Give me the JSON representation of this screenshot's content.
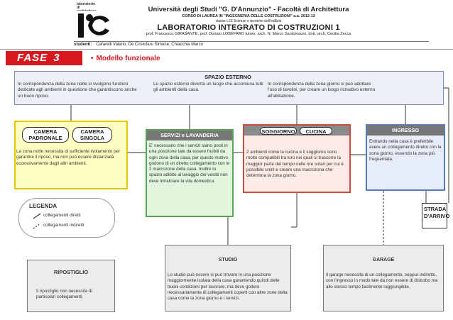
{
  "header": {
    "logo_label": "laboratorio di architettura",
    "university": "Università degli Studi \"G. D'Annunzio\" - Facoltà di Architettura",
    "course": "CORSO DI LAUREA IN \"INGEGNERIA DELLE COSTRUZIONI\" a.a. 2012-13",
    "class": "classe L23 Scienze e tecniche dell'edilizia",
    "lab_title": "LABORATORIO INTEGRATO DI COSTRUZIONI 1",
    "professors": "prof. Francesco GIRASANTE, prof. Donato LOBEFARO tutors: arch. N. Marco Santomauro, dott. arch. Cecilia Zecca",
    "students_label": "studenti:",
    "students": "Cafarelli Valerio, De Cristofaro Simone, Chiacchia Marco"
  },
  "fase": {
    "label": "FASE",
    "number": "3",
    "subtitle": "Modello funzionale"
  },
  "esterno": {
    "title": "SPAZIO ESTERNO",
    "left_text": "In corrispondenza della zona notte si svolgono funzioni dedicate agli ambienti in questione che garantiscono anche un buon riposo.",
    "center_text": "Lo spazio esterno diventa un luogo che accomuna tutti gli ambienti della casa.",
    "right_text": "In corrispondenza della zona giorno si può adottare l'uso di tavolini, per creare un luogo ricreativo esterno all'abitazione."
  },
  "camere": {
    "tag1": "CAMERA PADRONALE",
    "tag2": "CAMERA SINGOLA",
    "text": "La zona notte necessita di sufficiente isolamento per garantire il riposo, ma non può essere distanziata eccessivamente dagli altri ambienti."
  },
  "servizi": {
    "title": "SERVIZI e LAVANDERIA",
    "text": "E' necessario che i servizi siano posti in una posizione tale da essere fruibili da ogni zona della casa, per questo motivo godono di un diretto collegamento con le 2 macrozone della casa. Inoltre lo spazio adibito al lavaggio dei vestiti non deve intralciare la vita domestica."
  },
  "soggiorno": {
    "tag1": "SOGGIORNO",
    "tag2": "CUCINA",
    "text": "2 ambienti come la cucina e il soggiorno sono molto compatibili tra loro nei quali si trascorre la maggior parte del tempo nelle ore solari per cui è possibile unirli e creare una macrozona che determina la zona giorno."
  },
  "ingresso": {
    "title": "INGRESSO",
    "text": "Entrando nella casa è preferibile avere un collegamento diretto con la zona giorno, essendo la zona più frequentata."
  },
  "strada": {
    "label": "STRADA D'ARRIVO"
  },
  "legenda": {
    "title": "LEGENDA",
    "direct": "collegamenti diretti",
    "indirect": "collegamenti indiretti"
  },
  "ripostiglio": {
    "title": "RIPOSTIGLIO",
    "text": "Il ripostiglio non necessita di particolari collegamenti."
  },
  "studio": {
    "title": "STUDIO",
    "text": "Lo studio può essere si può trovare in una posizione maggiormente isolata della casa garantendo quindi delle buoni condizioni per lavorare, ma deve godere necessariamente di collegamenti coperti con altre zone della casa come la zona giorno e i servizi."
  },
  "garage": {
    "title": "GARAGE",
    "text": "Il garage necessita di un collegamento, seppur indiretto, con l'ingresso in modo tale da non essere di disturbo ma allo stesso tempo facilmente raggiungibile."
  },
  "colors": {
    "fase_red": "#d7191f",
    "camere_yellow": "#e3c800",
    "servizi_green": "#56a856",
    "soggiorno_red": "#d04b3a",
    "ingresso_blue": "#5b78b8",
    "connector_gray": "#555555"
  }
}
